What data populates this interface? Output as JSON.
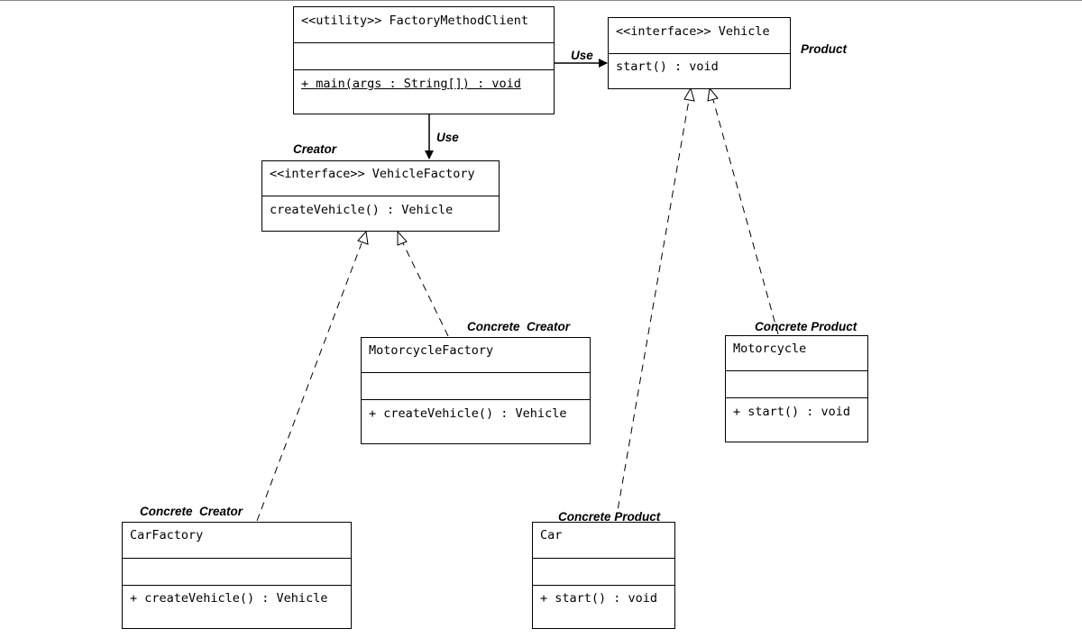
{
  "diagram": {
    "classes": {
      "client": {
        "name": "<<utility>> FactoryMethodClient",
        "method": "+ main(args : String[]) : void"
      },
      "vehicle": {
        "name": "<<interface>> Vehicle",
        "method": "start() : void"
      },
      "vehicle_factory": {
        "name": "<<interface>> VehicleFactory",
        "method": "createVehicle() : Vehicle"
      },
      "motorcycle_factory": {
        "name": "MotorcycleFactory",
        "method": "+ createVehicle() : Vehicle"
      },
      "motorcycle": {
        "name": "Motorcycle",
        "method": "+ start() : void"
      },
      "car_factory": {
        "name": "CarFactory",
        "method": "+ createVehicle() : Vehicle"
      },
      "car": {
        "name": "Car",
        "method": "+ start() : void"
      }
    },
    "labels": {
      "use_right": "Use",
      "use_down": "Use",
      "product": "Product",
      "creator": "Creator",
      "concrete_creator_motorcycle": "Concrete  Creator",
      "concrete_product_motorcycle": "Concrete Product",
      "concrete_creator_car": "Concrete  Creator",
      "concrete_product_car": "Concrete Product"
    }
  }
}
